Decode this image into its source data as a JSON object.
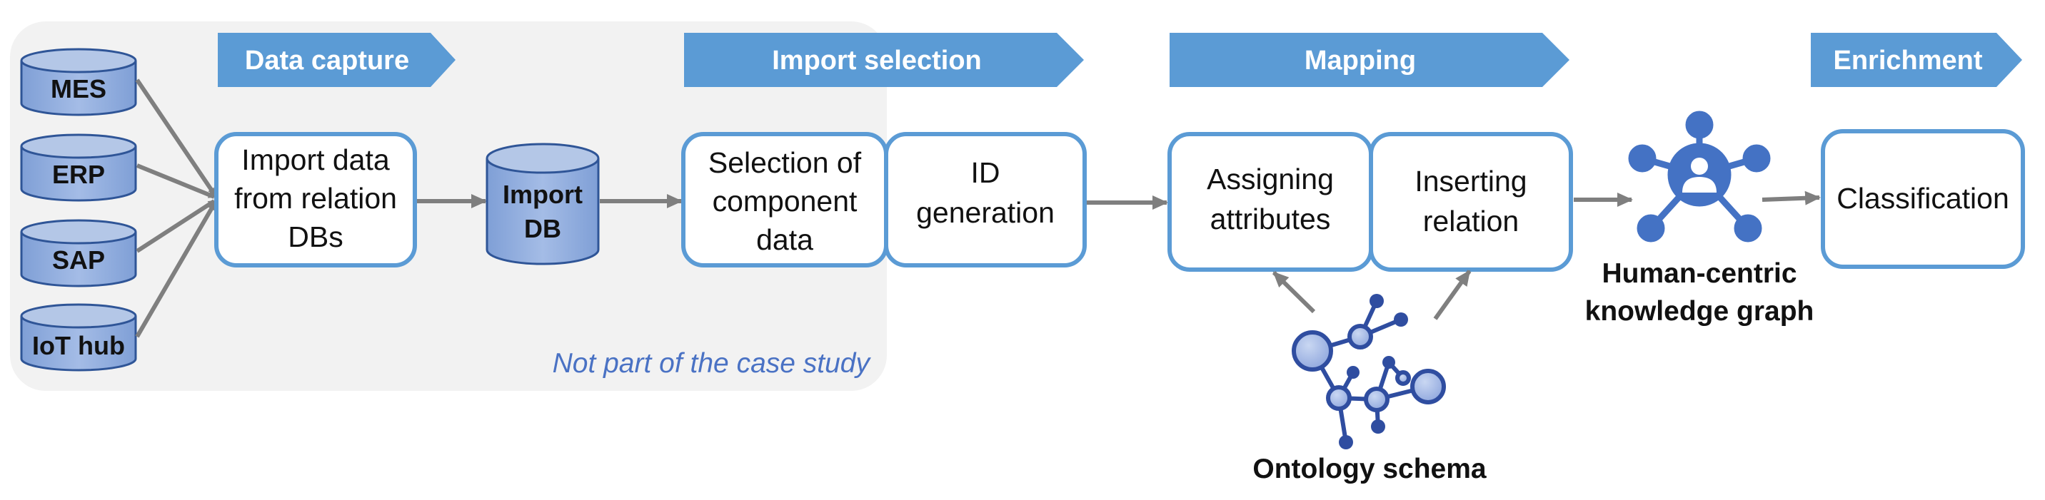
{
  "stages": {
    "data_capture": "Data capture",
    "import_selection": "Import selection",
    "mapping": "Mapping",
    "enrichment": "Enrichment"
  },
  "sources": {
    "mes": "MES",
    "erp": "ERP",
    "sap": "SAP",
    "iot": "IoT hub"
  },
  "import_db": {
    "line1": "Import",
    "line2": "DB"
  },
  "steps": {
    "import_data": [
      "Import data",
      "from relation",
      "DBs"
    ],
    "selection": [
      "Selection of",
      "component",
      "data"
    ],
    "id_generation": [
      "ID",
      "generation"
    ],
    "assigning": [
      "Assigning",
      "attributes"
    ],
    "inserting": [
      "Inserting",
      "relation"
    ],
    "classification": "Classification"
  },
  "note": "Not part of the case study",
  "knowledge_graph": {
    "line1": "Human-centric",
    "line2": "knowledge graph"
  },
  "ontology": "Ontology schema",
  "colors": {
    "stage_fill": "#5b9bd5",
    "box_border": "#5b9bd5",
    "db_fill": "#8faadc",
    "db_stroke": "#2f5597",
    "graph_icon": "#4472c4",
    "ontology_icon": "#2f4da0",
    "note_text": "#4a72c4",
    "region_fill": "#f2f2f2",
    "arrow": "#7f7f7f"
  },
  "icons": {
    "knowledge_graph": "network-person-icon",
    "ontology": "molecule-network-icon"
  }
}
